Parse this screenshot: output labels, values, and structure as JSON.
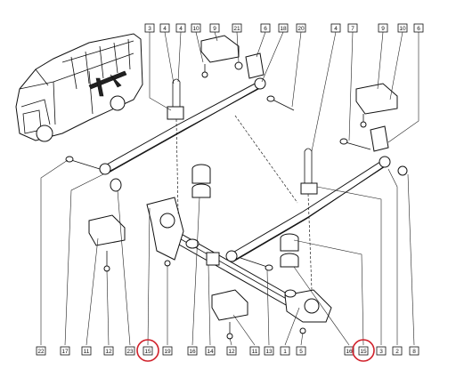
{
  "callouts": {
    "top": [
      "3",
      "4",
      "4",
      "10",
      "9",
      "21",
      "6",
      "18",
      "20",
      "4",
      "7",
      "9",
      "10",
      "6"
    ],
    "bottom": [
      "22",
      "17",
      "11",
      "12",
      "23",
      "15",
      "19",
      "16",
      "14",
      "12",
      "11",
      "13",
      "1",
      "5",
      "16",
      "15",
      "3",
      "2",
      "8"
    ]
  },
  "highlight": {
    "color": "#d0202a",
    "part": "15"
  },
  "colors": {
    "line": "#111111",
    "background": "#ffffff"
  }
}
